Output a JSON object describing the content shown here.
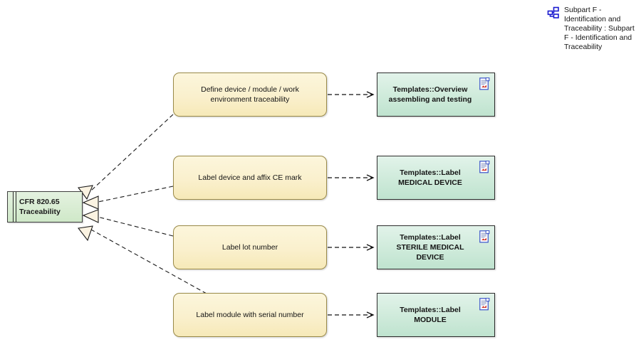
{
  "diagram": {
    "legend": {
      "icon": "package-tree-icon",
      "label": "Subpart F - Identification and Traceability : Subpart F - Identification and Traceability"
    },
    "requirement": {
      "name": "requirement-node",
      "label": "CFR 820.65 Traceability",
      "fill": "#cfe8c8"
    },
    "activities": [
      {
        "label": "Define device / module / work environment traceability"
      },
      {
        "label": "Label device and affix CE mark"
      },
      {
        "label": "Label lot number"
      },
      {
        "label": "Label module with serial number"
      }
    ],
    "artifacts": [
      {
        "label": "Templates::Overview assembling and testing",
        "icon": "document-icon"
      },
      {
        "label": "Templates::Label MEDICAL DEVICE",
        "icon": "document-icon"
      },
      {
        "label": "Templates::Label STERILE MEDICAL DEVICE",
        "icon": "document-icon"
      },
      {
        "label": "Templates::Label MODULE",
        "icon": "document-icon"
      }
    ],
    "colors": {
      "activity_fill": "#faf0cd",
      "activity_border": "#9a8a48",
      "artifact_fill": "#d2ecdd",
      "artifact_border": "#2e2e2e",
      "requirement_fill": "#cfe8c8",
      "connector": "#111111",
      "legend_icon": "#1a1ad0"
    }
  }
}
